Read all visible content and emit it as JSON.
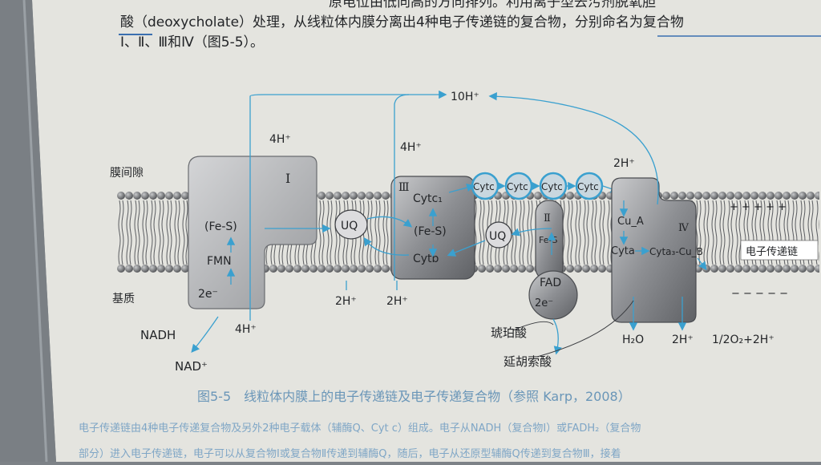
{
  "text": {
    "header_line1": "酸（deoxycholate）处理，从线粒体内膜分离出4种电子传递链的复合物，分别命名为复合物",
    "header_line1_top": "原电位由低向高的方向排列。利用离子型去污剂脱氧胆",
    "header_line2": "Ⅰ、Ⅱ、Ⅲ和Ⅳ（图5-5）。",
    "caption": "图5-5　线粒体内膜上的电子传递链及电子传递复合物（参照 Karp，2008）",
    "body_line1": "电子传递链由4种电子传递复合物及另外2种电子载体（辅酶Q、Cyt c）组成。电子从NADH（复合物Ⅰ）或FADH₂（复合物",
    "body_line2": "部分）进入电子传递链，电子可以从复合物Ⅰ或复合物Ⅱ传递到辅酶Q，随后，电子从还原型辅酶Q传递到复合物Ⅲ，接着"
  },
  "diagram": {
    "labels": {
      "intermembrane": "膜间隙",
      "matrix": "基质",
      "chain_label": "电子传递链",
      "plus_signs": "+ + + + +",
      "minus_signs": "− − − − −",
      "h10": "10H⁺",
      "h4_left": "4H⁺",
      "h4_mid": "4H⁺",
      "h2_top": "2H⁺",
      "h4_bottom": "4H⁺",
      "h2_bottom_a": "2H⁺",
      "h2_bottom_b": "2H⁺",
      "h2_iv": "2H⁺",
      "nadh": "NADH",
      "nad": "NAD⁺",
      "succinate": "琥珀酸",
      "fumarate": "延胡索酸",
      "water": "H₂O",
      "oxygen": "1/2O₂+2H⁺"
    },
    "complex_I": {
      "name": "Ⅰ",
      "fes": "(Fe-S)",
      "fmn": "FMN",
      "electrons": "2e⁻"
    },
    "uq_left": "UQ",
    "uq_right": "UQ",
    "complex_III": {
      "name": "Ⅲ",
      "cytc1": "Cytc₁",
      "fes": "(Fe-S)",
      "cytb": "Cytb"
    },
    "complex_II": {
      "name": "Ⅱ",
      "fes": "Fe-S",
      "fad": "FAD",
      "electrons": "2e⁻"
    },
    "cytc_carriers": [
      "Cytc",
      "Cytc",
      "Cytc",
      "Cytc"
    ],
    "complex_IV": {
      "name": "Ⅳ",
      "cua": "Cu_A",
      "cyta": "Cyta",
      "cyta3": "Cyta₃-Cu_B"
    }
  },
  "colors": {
    "page": "#e6e6e1",
    "ink": "#232528",
    "arrow": "#3aa0cf",
    "caption": "#6a96b8",
    "complex": "#7e8084",
    "lipid_head": "#8c8e91"
  }
}
